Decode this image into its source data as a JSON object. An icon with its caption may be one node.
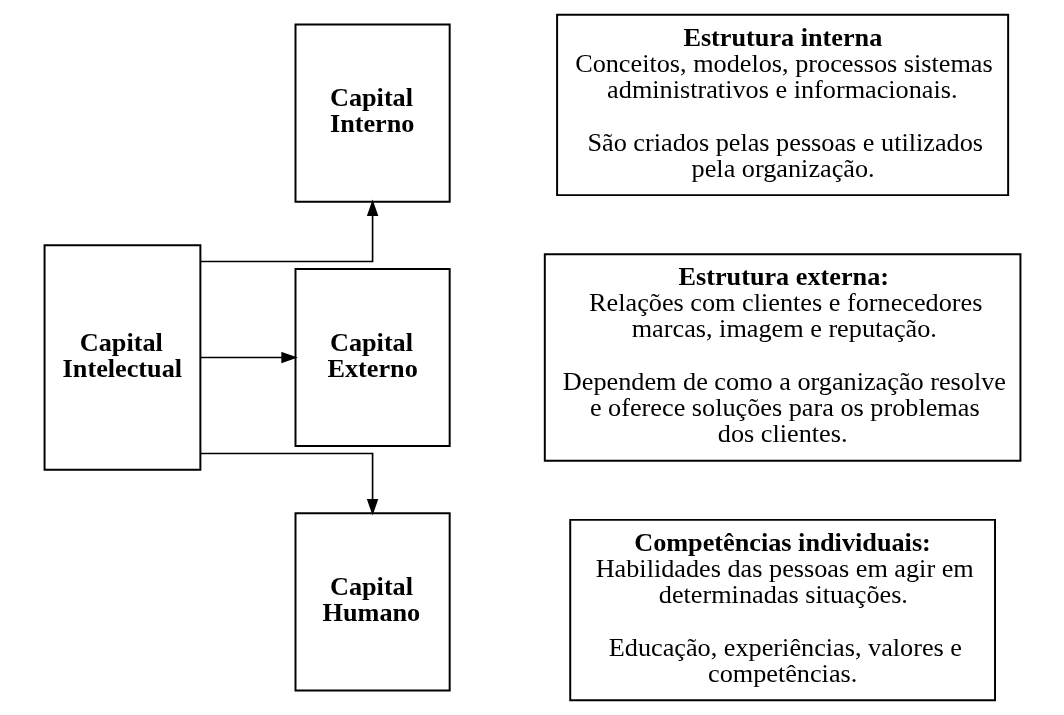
{
  "diagram": {
    "nodes": [
      {
        "text": [
          "Capital Intelectual"
        ]
      },
      {
        "text": [
          "Capital Interno"
        ]
      },
      {
        "text": [
          "Capital Externo"
        ]
      },
      {
        "text": [
          "Capital Humano"
        ]
      },
      {
        "text": [
          "Estrutura interna",
          "Conceitos, modelos, processos sistemas administrativos e informacionais.",
          "São criados pelas pessoas e utilizados pela organização."
        ]
      },
      {
        "text": [
          "Estrutura externa:",
          "Relações com clientes e fornecedores marcas, imagem e reputação.",
          "Dependem de como a organização resolve e oferece soluções para os problemas dos clientes."
        ]
      },
      {
        "text": [
          "Competências individuais:",
          "Habilidades das pessoas em agir em determinadas situações.",
          "Educação, experiências, valores e competências."
        ]
      }
    ],
    "edges": [
      {
        "from": 0,
        "to": 1,
        "arrow": "to"
      },
      {
        "from": 0,
        "to": 2,
        "arrow": "to"
      },
      {
        "from": 0,
        "to": 3,
        "arrow": "to"
      }
    ]
  }
}
